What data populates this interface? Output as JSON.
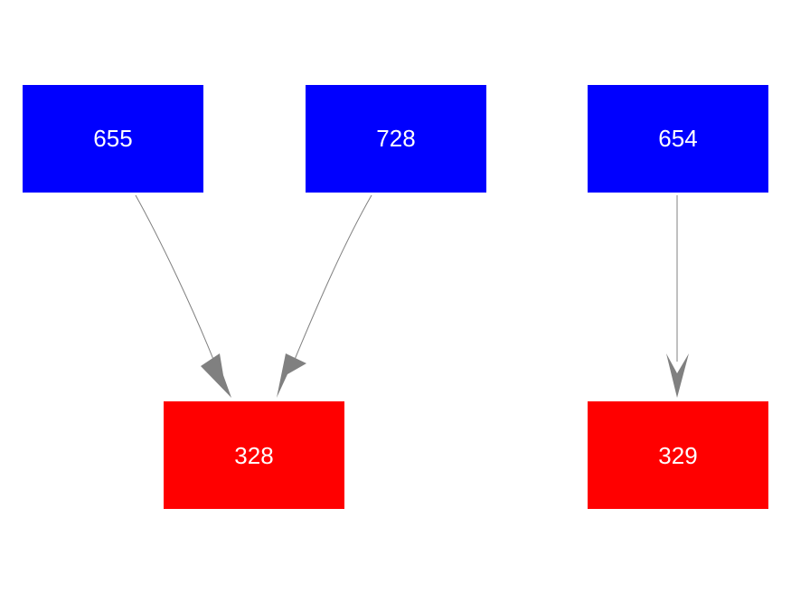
{
  "colors": {
    "source_node": "#0000ff",
    "target_node": "#ff0000",
    "edge": "#808080",
    "label": "#ffffff"
  },
  "nodes": [
    {
      "id": "n655",
      "label": "655",
      "role": "source"
    },
    {
      "id": "n728",
      "label": "728",
      "role": "source"
    },
    {
      "id": "n654",
      "label": "654",
      "role": "source"
    },
    {
      "id": "n328",
      "label": "328",
      "role": "target"
    },
    {
      "id": "n329",
      "label": "329",
      "role": "target"
    }
  ],
  "edges": [
    {
      "from": "655",
      "to": "328"
    },
    {
      "from": "728",
      "to": "328"
    },
    {
      "from": "654",
      "to": "329"
    }
  ]
}
